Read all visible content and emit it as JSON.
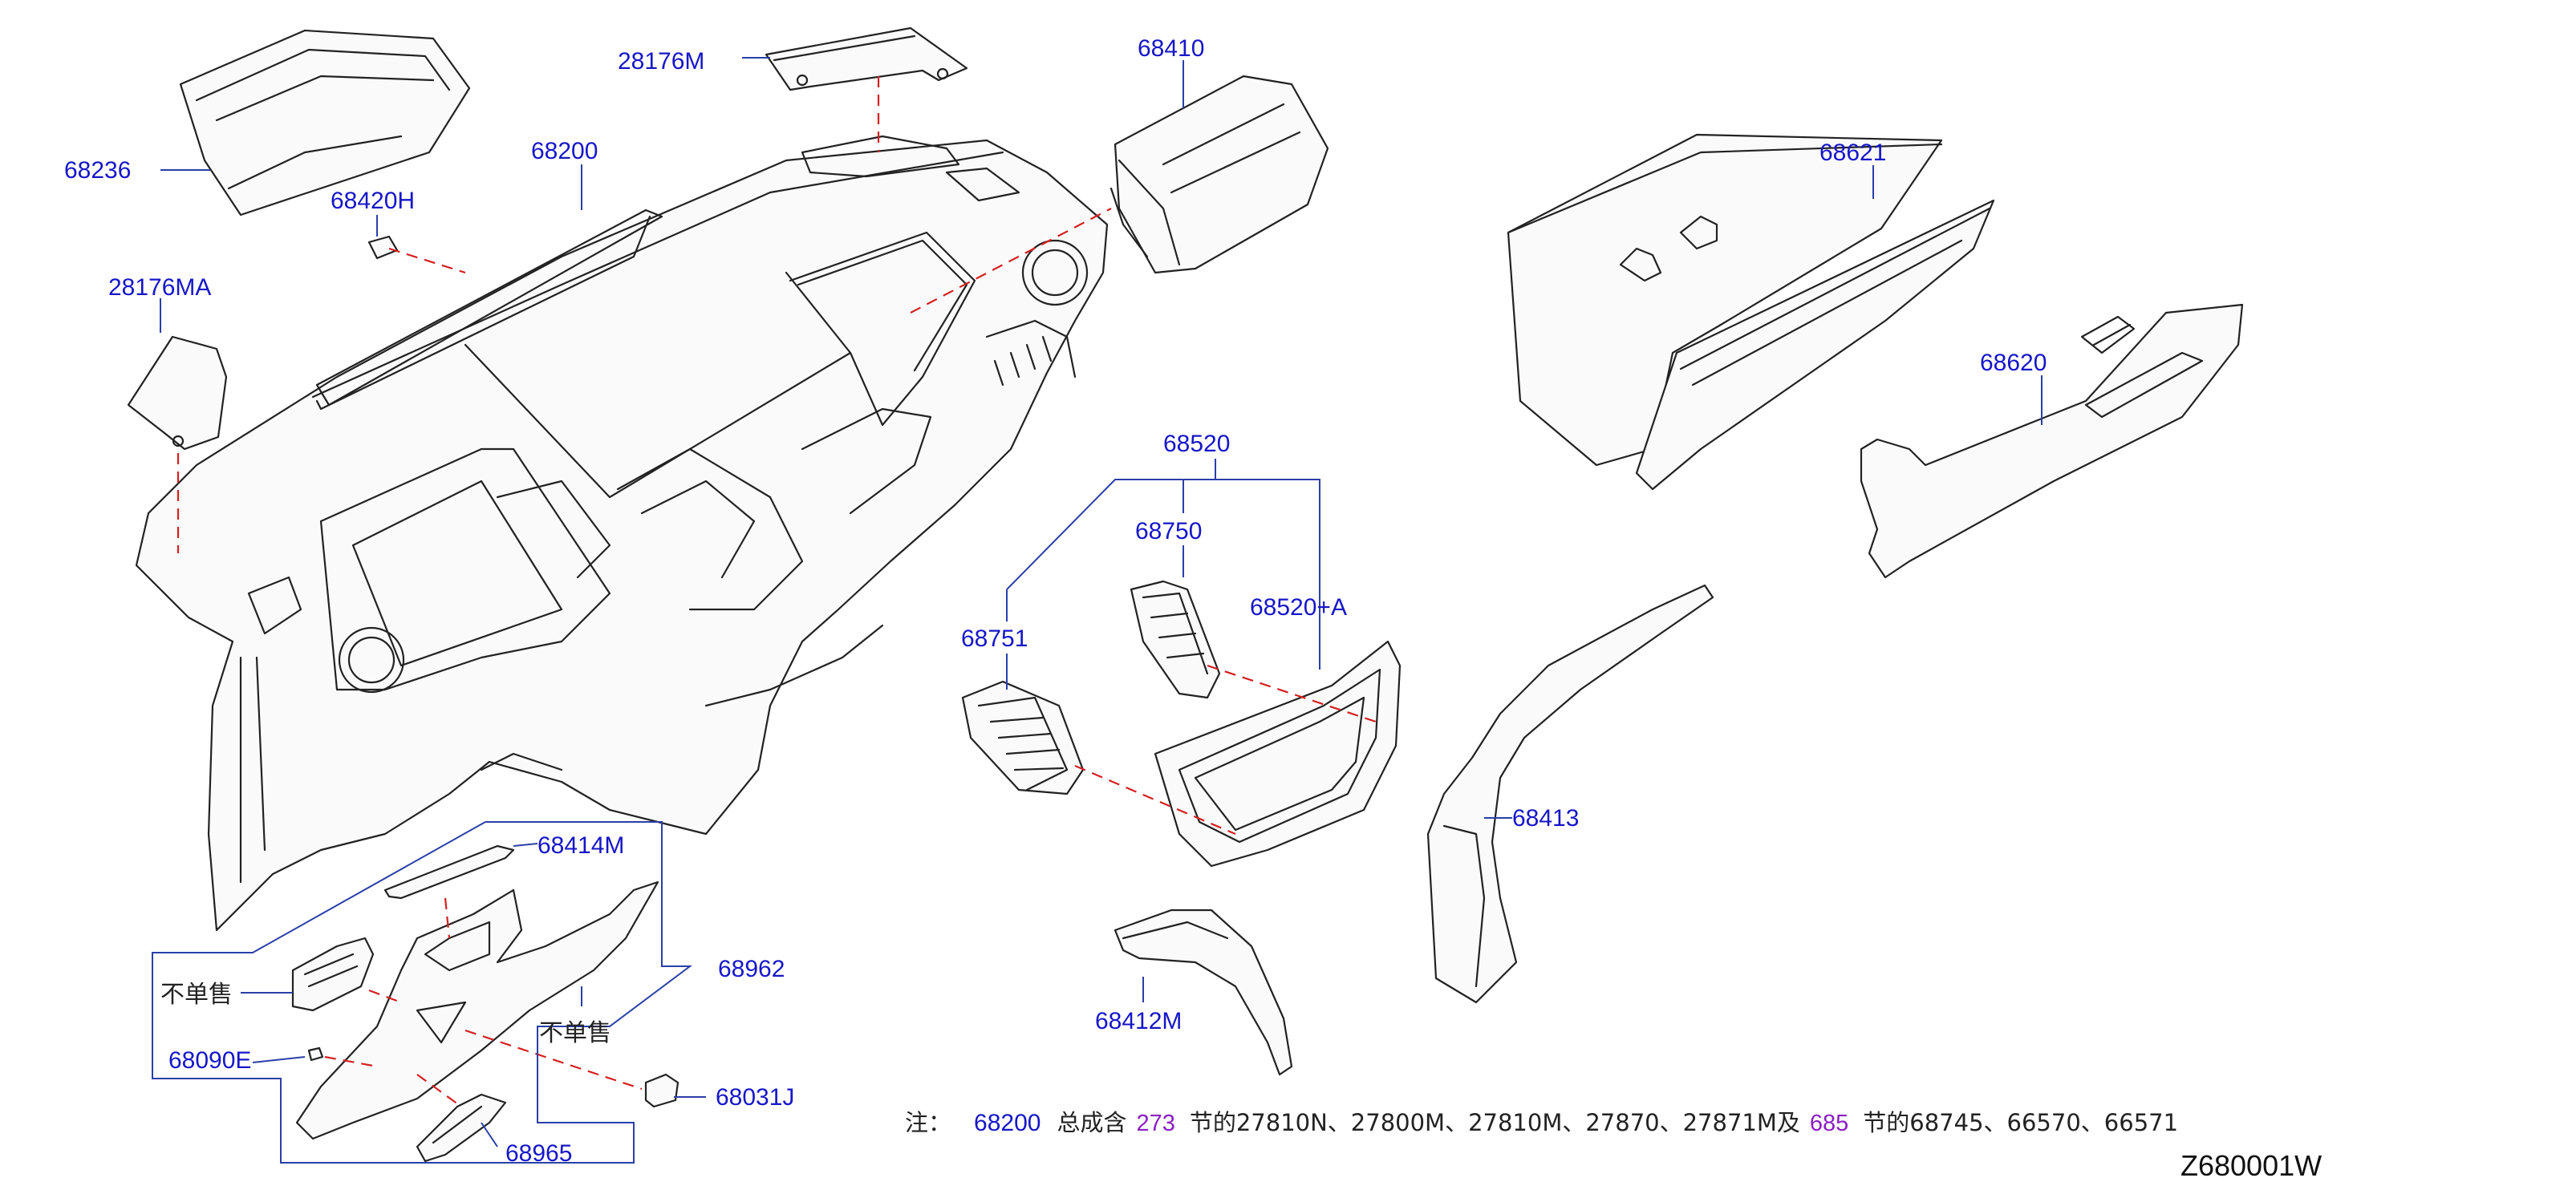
{
  "labels": {
    "p68236": "68236",
    "p28176M": "28176M",
    "p68410": "68410",
    "p68200": "68200",
    "p68420H": "68420H",
    "p28176MA": "28176MA",
    "p68621": "68621",
    "p68620": "68620",
    "p68520": "68520",
    "p68750": "68750",
    "p68520A": "68520+A",
    "p68751": "68751",
    "p68413": "68413",
    "p68414M": "68414M",
    "p68962": "68962",
    "p68090E": "68090E",
    "p68031J": "68031J",
    "p68965": "68965",
    "p68412M": "68412M"
  },
  "not_sold_separately": "不单售",
  "note": {
    "prefix": "注：",
    "part": "68200",
    "text1": "总成含",
    "section1": "273",
    "text2": "节的27810N、27800M、27810M、27870、27871M及",
    "section2": "685",
    "text3": "节的68745、66570、66571"
  },
  "diagram_code": "Z680001W",
  "colors": {
    "label": "#1616c8",
    "leader": "#2a3fa8",
    "dashed_link": "#d42020",
    "section_ref": "#8a1fc2",
    "linework": "#222222"
  }
}
